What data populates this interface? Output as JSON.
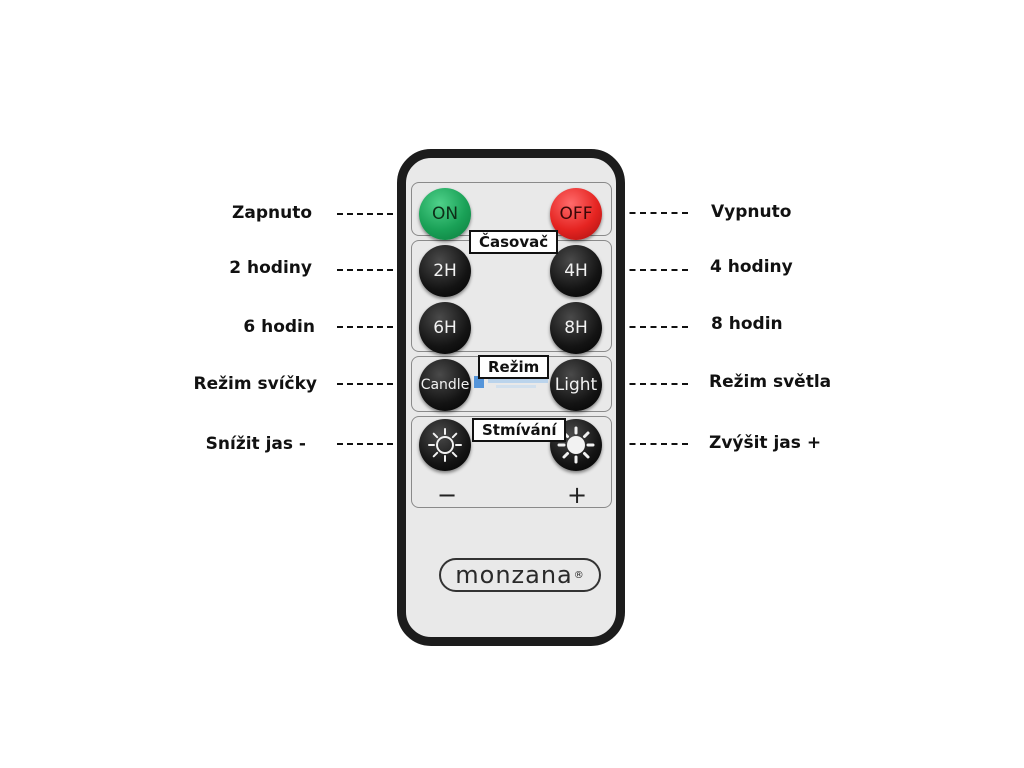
{
  "labels": {
    "left": [
      "Zapnuto",
      "2 hodiny",
      "6 hodin",
      "Režim svíčky",
      "Snížit jas -"
    ],
    "right": [
      "Vypnuto",
      "4 hodiny",
      "8 hodin",
      "Režim světla",
      "Zvýšit jas +"
    ]
  },
  "buttons": {
    "on": "ON",
    "off": "OFF",
    "h2": "2H",
    "h4": "4H",
    "h6": "6H",
    "h8": "8H",
    "candle": "Candle",
    "light": "Light"
  },
  "section_tags": {
    "timer": "Časovač",
    "mode": "Režim",
    "dimming": "Stmívání"
  },
  "signs": {
    "minus": "−",
    "plus": "+"
  },
  "logo": {
    "text": "monzana",
    "mark": "®"
  },
  "colors": {
    "on_button": "#1aa157",
    "off_button": "#e52421",
    "remote_body": "#1c1c1c",
    "remote_face": "#e9e9e9"
  },
  "icons": [
    "sun-outline-icon",
    "sun-filled-icon"
  ]
}
